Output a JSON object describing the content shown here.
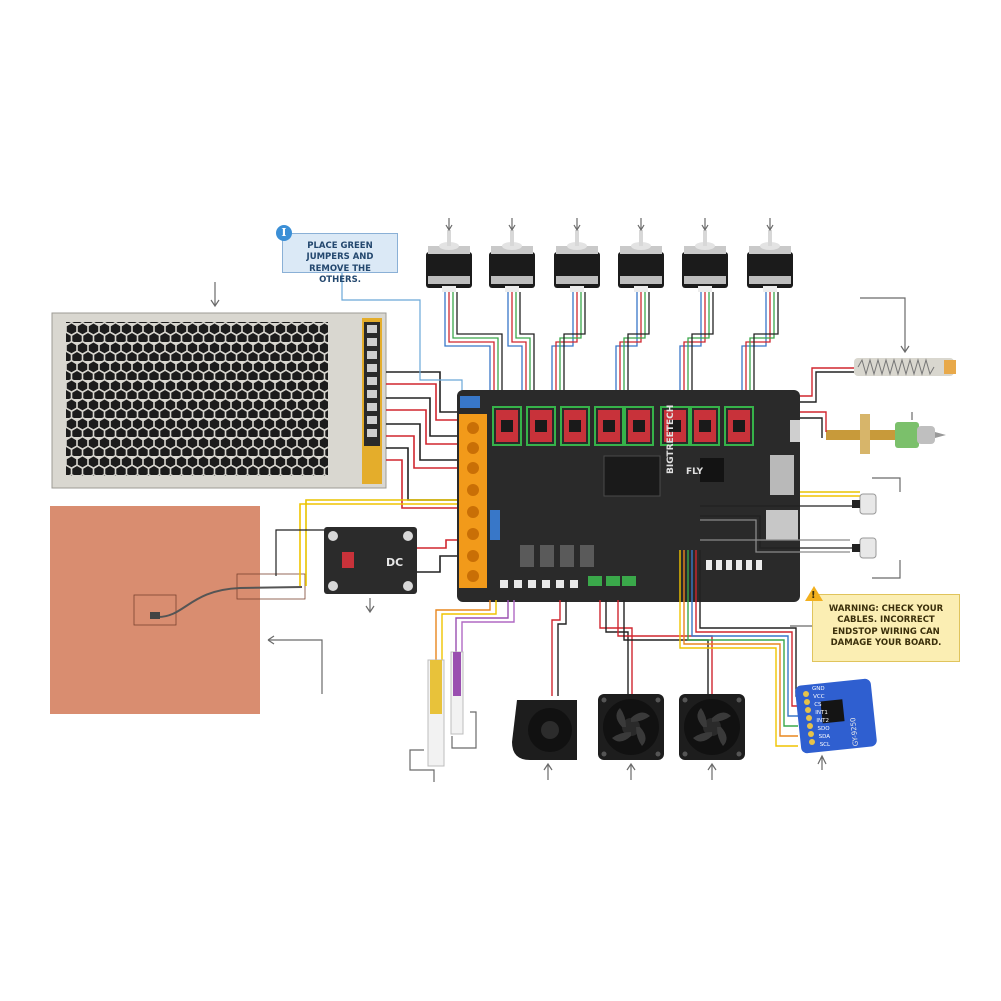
{
  "notes": {
    "info": "PLACE GREEN JUMPERS AND REMOVE THE OTHERS.",
    "warning": "WARNING: CHECK YOUR CABLES. INCORRECT ENDSTOP WIRING CAN DAMAGE YOUR BOARD."
  },
  "board": {
    "brand": "FLY",
    "side_text": "BIGTREETECH"
  },
  "ssr": {
    "label": "DC"
  },
  "sensor": {
    "chip": "GY-9250",
    "pins": [
      "GND",
      "VCC",
      "CS",
      "INT1",
      "INT2",
      "SDO",
      "SDA",
      "SCL"
    ]
  },
  "colors": {
    "psu_frame": "#d9d7d0",
    "psu_hex": "#1c1c1c",
    "heatbed": "#d98d70",
    "board": "#2a2a2a",
    "driver_red": "#c8323a",
    "driver_green": "#36b34a",
    "terminal_orange": "#f29a1a",
    "sensor_blue": "#2f5fd0",
    "wire_red": "#d0262f",
    "wire_black": "#222222",
    "wire_yellow": "#f0c400",
    "wire_orange": "#e8871e",
    "wire_purple": "#9a4fb0",
    "wire_green": "#3aa84a",
    "wire_blue": "#3877c8",
    "wire_grey": "#8a8a8a"
  },
  "icons": [
    "info-icon",
    "warning-icon"
  ]
}
